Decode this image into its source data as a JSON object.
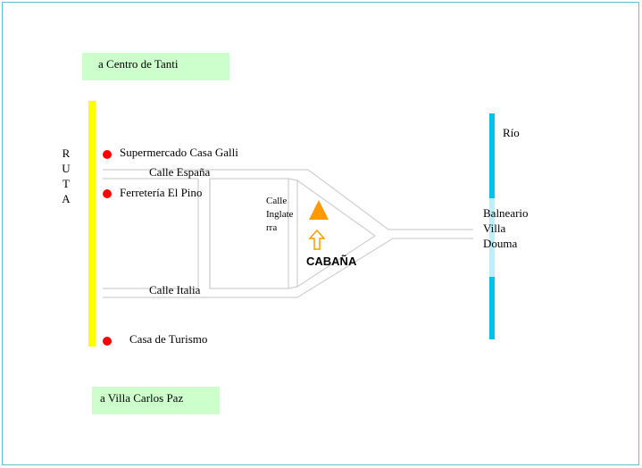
{
  "colors": {
    "route": "#ffff00",
    "river": "#00c0f0",
    "poi": "#ff0000",
    "cabin_marker": "#ff9900",
    "destination_box": "#ccffcc",
    "street_line": "#d0d0d0",
    "frame": "#5fc3cc"
  },
  "destinations": {
    "north": "a Centro de Tanti",
    "south": "a Villa Carlos Paz"
  },
  "route": {
    "letters": [
      "R",
      "U",
      "T",
      "A"
    ]
  },
  "pois": {
    "supermarket": "Supermercado Casa Galli",
    "hardware": "Ferretería El Pino",
    "tourism": "Casa de Turismo"
  },
  "streets": {
    "espana": "Calle España",
    "italia": "Calle Italia",
    "inglaterra": [
      "Calle",
      "Inglate",
      "rra"
    ]
  },
  "cabin": {
    "label": "CABAÑA",
    "marker_icon": "triangle-icon",
    "arrow_icon": "up-arrow-icon"
  },
  "river": {
    "label": "Río"
  },
  "balneario": {
    "lines": [
      "Balneario",
      "Villa",
      "Douma"
    ]
  }
}
